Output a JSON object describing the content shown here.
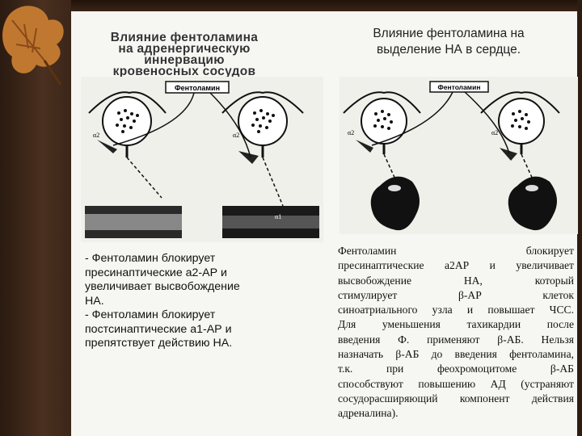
{
  "left": {
    "title_lines": [
      "Влияние фентоламина",
      "на адренергическую",
      "иннервацию",
      "кровеносных сосудов"
    ],
    "diagram": {
      "drug_label": "Фентоламин",
      "receptor_left": "α2",
      "receptor_right": "α2",
      "vessel_label": "α1"
    },
    "text_lines": [
      "- Фентоламин блокирует",
      "пресинаптические а2-АР и",
      "увеличивает высвобождение",
      "НА.",
      "- Фентоламин блокирует",
      "постсинаптические а1-АР и",
      "препятствует действию НА."
    ]
  },
  "right": {
    "title_lines": [
      "Влияние фентоламина на",
      "выделение НА в сердце."
    ],
    "diagram": {
      "drug_label": "Фентоламин",
      "receptor_left": "α2",
      "receptor_right": "α2"
    },
    "text_lines": [
      "Фентоламин блокирует",
      "пресинаптические а2АР и увеличивает",
      "высвобождение НА, который",
      "стимулирует β-АР клеток",
      "синоатриального узла и повышает ЧСС.",
      "Для уменьшения тахикардии после",
      "введения Ф. применяют β-АБ. Нельзя",
      "назначать β-АБ до введения фентоламина,",
      "т.к. при феохромоцитоме β-АБ",
      "способствуют повышению АД (устраняют",
      "сосудорасширяющий компонент действия",
      "адреналина)."
    ]
  }
}
